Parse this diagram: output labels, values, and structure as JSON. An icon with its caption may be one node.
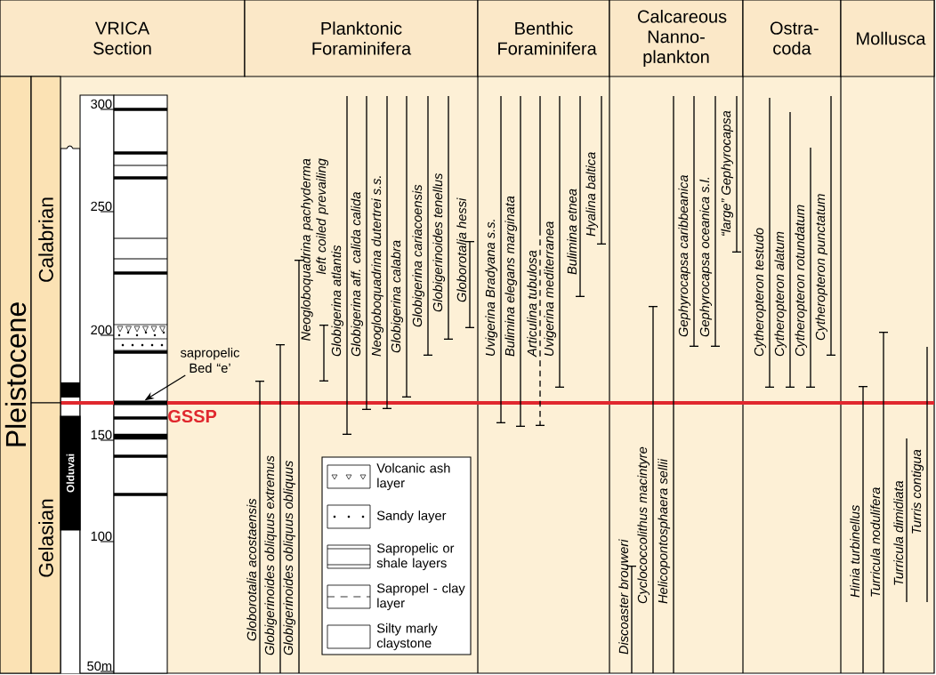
{
  "diagram": {
    "nodes": [
      {
        "text": [
          "VRICA Section"
        ]
      },
      {
        "text": [
          "Planktonic Foraminifera"
        ]
      },
      {
        "text": [
          "Benthic Foraminifera"
        ]
      },
      {
        "text": [
          "Calcareous Nanno-plankton"
        ]
      },
      {
        "text": [
          "Ostra-coda"
        ]
      },
      {
        "text": [
          "Mollusca"
        ]
      },
      {
        "text": [
          "Pleistocene"
        ]
      },
      {
        "text": [
          "Calabrian"
        ]
      },
      {
        "text": [
          "Gelasian"
        ]
      },
      {
        "text": [
          "Olduvai"
        ]
      },
      {
        "text": [
          "sapropelic Bed “e’"
        ]
      },
      {
        "text": [],
        "shape": "bar"
      }
    ],
    "edges": [
      {
        "from": 10,
        "to": 11,
        "arrow": "to"
      }
    ],
    "labels": [
      "300",
      "250",
      "200",
      "150",
      "100",
      "50m",
      "GSSP",
      "Globorotalia acostaensis",
      "Globigerinoides obliquus extremus",
      "Globigerinoides obliquus obliquus",
      "Neogloboquadrina pachyderma left coiled prevailing",
      "Globigerina atlantis",
      "Globigerina aff. calida calida",
      "Neogloboquadrina dutertrei s.s.",
      "Globigerina calabra",
      "Globigerina cariacoensis",
      "Globigerinoides tenellus",
      "Globorotalia hessi",
      "Uvigerina Bradyana s.s.",
      "Bulimina elegans marginata",
      "Articulina tubulosa",
      "Uvigerina mediterranea",
      "Bulimina etnea",
      "Hyalina baltica",
      "Discoaster brouweri",
      "Cyclococcolithus macintyre",
      "Helicopontosphaera sellii",
      "Gephyrocapsa caribbeanica",
      "Gephyrocapsa oceanica s.l.",
      "“large” Gephyrocapsa",
      "Cytheropteron testudo",
      "Cytheropteron alatum",
      "Cytheropteron rotundatum",
      "Cytheropteron punctatum",
      "Hinia turbinellus",
      "Turricula nodulifera",
      "Turricula dimidiata",
      "Turris contigua"
    ],
    "legend": [
      {
        "text": "Volcanic ash layer"
      },
      {
        "text": "Sandy layer"
      },
      {
        "text": "Sapropelic or shale layers"
      },
      {
        "text": "Sapropel - clay layer"
      },
      {
        "text": "Silty marly claystone"
      }
    ]
  }
}
